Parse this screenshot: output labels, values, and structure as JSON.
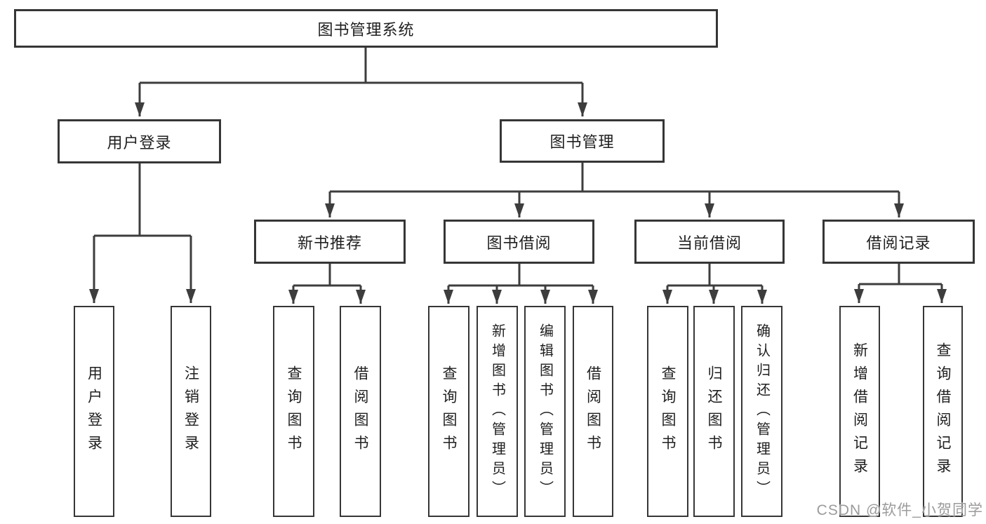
{
  "diagram": {
    "root": "图书管理系统",
    "level2": {
      "user_login": "用户登录",
      "book_mgmt": "图书管理"
    },
    "level3": {
      "new_books": "新书推荐",
      "book_borrow": "图书借阅",
      "current_borrow": "当前借阅",
      "borrow_records": "借阅记录"
    },
    "leaves": {
      "user_login_leaf": "用户登录",
      "logout": "注销登录",
      "nb_query": "查询图书",
      "nb_borrow": "借阅图书",
      "bb_query": "查询图书",
      "bb_add": "新增图书（管理员）",
      "bb_edit": "编辑图书（管理员）",
      "bb_borrow": "借阅图书",
      "cb_query": "查询图书",
      "cb_return": "归还图书",
      "cb_confirm": "确认归还（管理员）",
      "br_add": "新增借阅记录",
      "br_query": "查询借阅记录"
    }
  },
  "watermark": "CSDN @软件_小贺同学",
  "colors": {
    "line": "#3d3d3d",
    "border": "#363636",
    "text": "#1f1f1f",
    "watermark": "#9b9b9b",
    "background": "#ffffff"
  }
}
